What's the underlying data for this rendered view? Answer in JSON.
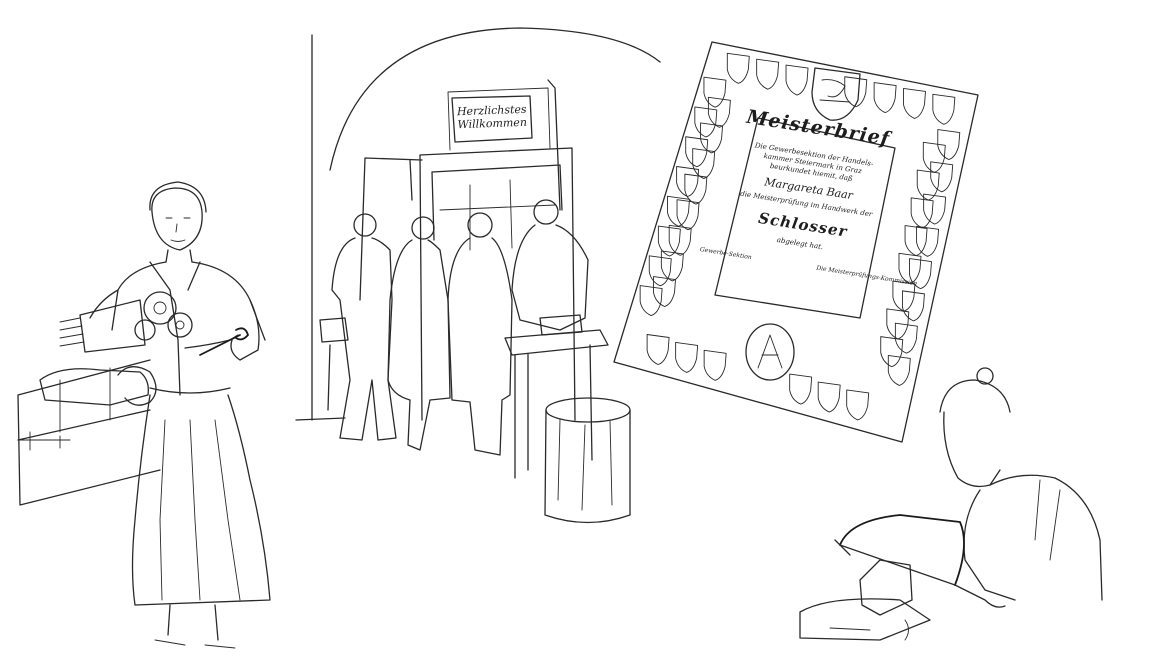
{
  "scene": {
    "panels": [
      "woman-at-vise",
      "workshop-group",
      "master-certificate",
      "woman-sawing"
    ]
  },
  "sign": {
    "line1": "Herzlichstes",
    "line2": "Willkommen"
  },
  "certificate": {
    "title": "Meisterbrief",
    "text1": "Die Gewerbesektion der Handels-",
    "text2": "kammer Steiermark in Graz",
    "text3": "beurkundet hiemit, daß",
    "name": "Margareta Baar",
    "text4": "die Meisterprüfung im Handwerk der",
    "trade": "Schlosser",
    "text5": "abgelegt hat.",
    "sig_left": "Gewerbe-Sektion",
    "sig_right": "Die Meisterprüfungs-Kommission"
  }
}
